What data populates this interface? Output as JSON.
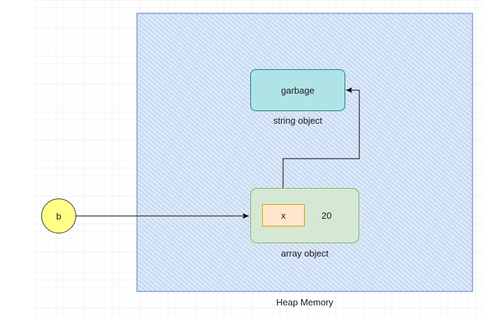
{
  "heap": {
    "label": "Heap Memory"
  },
  "string_object": {
    "value": "garbage",
    "label": "string object"
  },
  "array_object": {
    "element_name": "x",
    "element_value": "20",
    "label": "array object"
  },
  "reference": {
    "name": "b"
  },
  "colors": {
    "heap_fill": "#dae8fc",
    "heap_hatch": "#9aa6b8",
    "heap_border": "#6c8ebf",
    "string_fill": "#b0e3e6",
    "string_border": "#0e8088",
    "array_fill": "#d5e8d4",
    "array_border": "#82b366",
    "cell_fill": "#ffe6cc",
    "cell_border": "#d79b00",
    "ref_fill": "#ffff88",
    "arrow": "#000000"
  }
}
